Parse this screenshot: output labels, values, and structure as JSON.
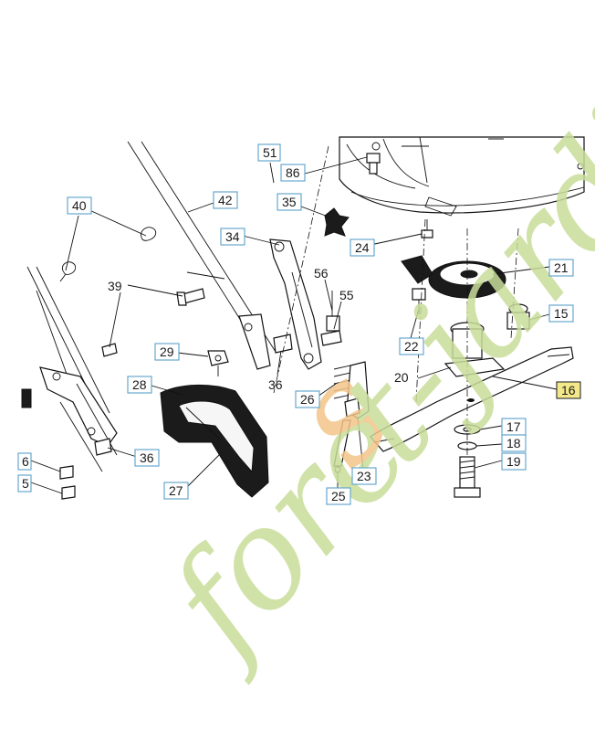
{
  "diagram": {
    "watermark": {
      "text_part1": "fore",
      "text_part2": "t-jardin.com",
      "accent_text": "s",
      "color_main": "#c8dd9a",
      "color_accent": "#f3c58a"
    },
    "colors": {
      "label_border": "#5aa0c8",
      "highlight_fill": "#f4e98a"
    },
    "labels": [
      {
        "id": "51",
        "text": "51"
      },
      {
        "id": "86",
        "text": "86"
      },
      {
        "id": "40",
        "text": "40"
      },
      {
        "id": "42",
        "text": "42"
      },
      {
        "id": "35",
        "text": "35"
      },
      {
        "id": "34",
        "text": "34"
      },
      {
        "id": "24",
        "text": "24"
      },
      {
        "id": "21",
        "text": "21"
      },
      {
        "id": "39",
        "text": "39"
      },
      {
        "id": "56",
        "text": "56"
      },
      {
        "id": "55",
        "text": "55"
      },
      {
        "id": "15",
        "text": "15"
      },
      {
        "id": "29",
        "text": "29"
      },
      {
        "id": "22",
        "text": "22"
      },
      {
        "id": "28",
        "text": "28"
      },
      {
        "id": "36a",
        "text": "36"
      },
      {
        "id": "20",
        "text": "20"
      },
      {
        "id": "16",
        "text": "16"
      },
      {
        "id": "26",
        "text": "26"
      },
      {
        "id": "17",
        "text": "17"
      },
      {
        "id": "18",
        "text": "18"
      },
      {
        "id": "36b",
        "text": "36"
      },
      {
        "id": "19",
        "text": "19"
      },
      {
        "id": "27",
        "text": "27"
      },
      {
        "id": "23",
        "text": "23"
      },
      {
        "id": "25",
        "text": "25"
      },
      {
        "id": "6",
        "text": "6"
      },
      {
        "id": "5",
        "text": "5"
      }
    ]
  }
}
